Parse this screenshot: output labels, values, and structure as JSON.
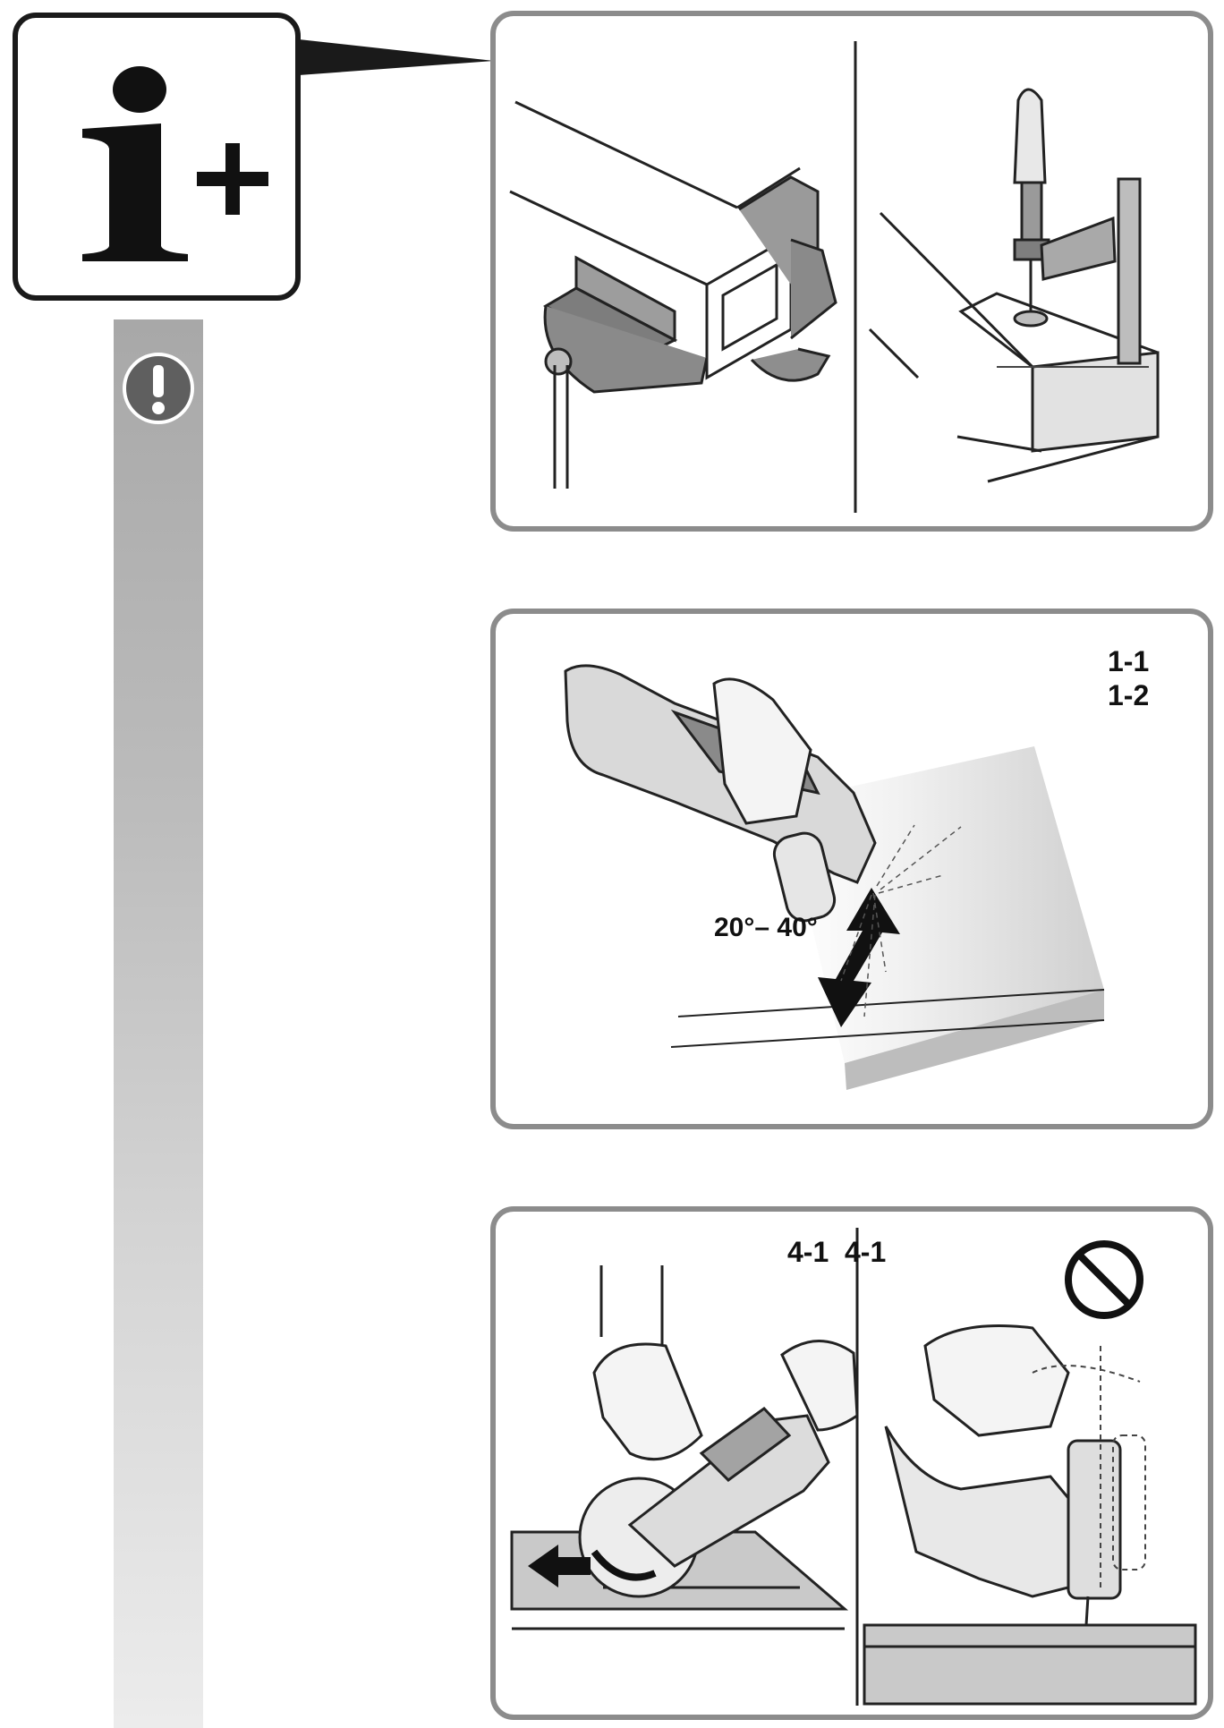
{
  "info_box": {
    "glyph": "i+",
    "icon": "info-plus-icon"
  },
  "sidebar": {
    "icon": "warning-exclamation-icon"
  },
  "panel_2": {
    "step_labels": [
      "1-1",
      "1-2"
    ],
    "angle_label": "20°– 40°"
  },
  "panel_3": {
    "step_label_left": "4-1",
    "step_label_right": "4-1",
    "icon": "prohibited-icon"
  },
  "colors": {
    "panel_border": "#8c8c8c",
    "info_border": "#1a1a1a",
    "sidebar_top": "#a8a8a8",
    "sidebar_bottom": "#ececec"
  }
}
